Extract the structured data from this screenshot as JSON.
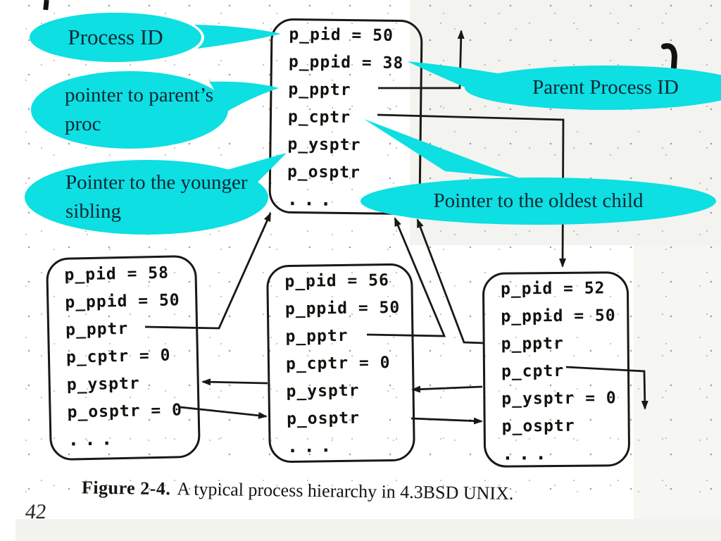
{
  "slide": {
    "page_number": "42",
    "caption_label": "Figure 2-4.",
    "caption_text": "A typical process hierarchy in 4.3BSD UNIX."
  },
  "callouts": {
    "process_id": "Process ID",
    "parent_pointer": "pointer to parent’s proc",
    "younger_sibling": "Pointer to the younger sibling",
    "parent_process_id": "Parent Process ID",
    "oldest_child": "Pointer to the oldest child"
  },
  "boxes": {
    "proc50": {
      "rows": [
        "p_pid = 50",
        "p_ppid = 38",
        "p_pptr",
        "p_cptr",
        "p_ysptr",
        "p_osptr",
        "..."
      ]
    },
    "proc58": {
      "rows": [
        "p_pid = 58",
        "p_ppid = 50",
        "p_pptr",
        "p_cptr = 0",
        "p_ysptr",
        "p_osptr = 0",
        "..."
      ]
    },
    "proc56": {
      "rows": [
        "p_pid = 56",
        "p_ppid = 50",
        "p_pptr",
        "p_cptr = 0",
        "p_ysptr",
        "p_osptr",
        "..."
      ]
    },
    "proc52": {
      "rows": [
        "p_pid = 52",
        "p_ppid = 50",
        "p_pptr",
        "p_cptr",
        "p_ysptr = 0",
        "p_osptr",
        "..."
      ]
    }
  },
  "colors": {
    "bubble": "#0ddfe2",
    "bubble_text": "#0b2836",
    "ink": "#1b1813"
  }
}
